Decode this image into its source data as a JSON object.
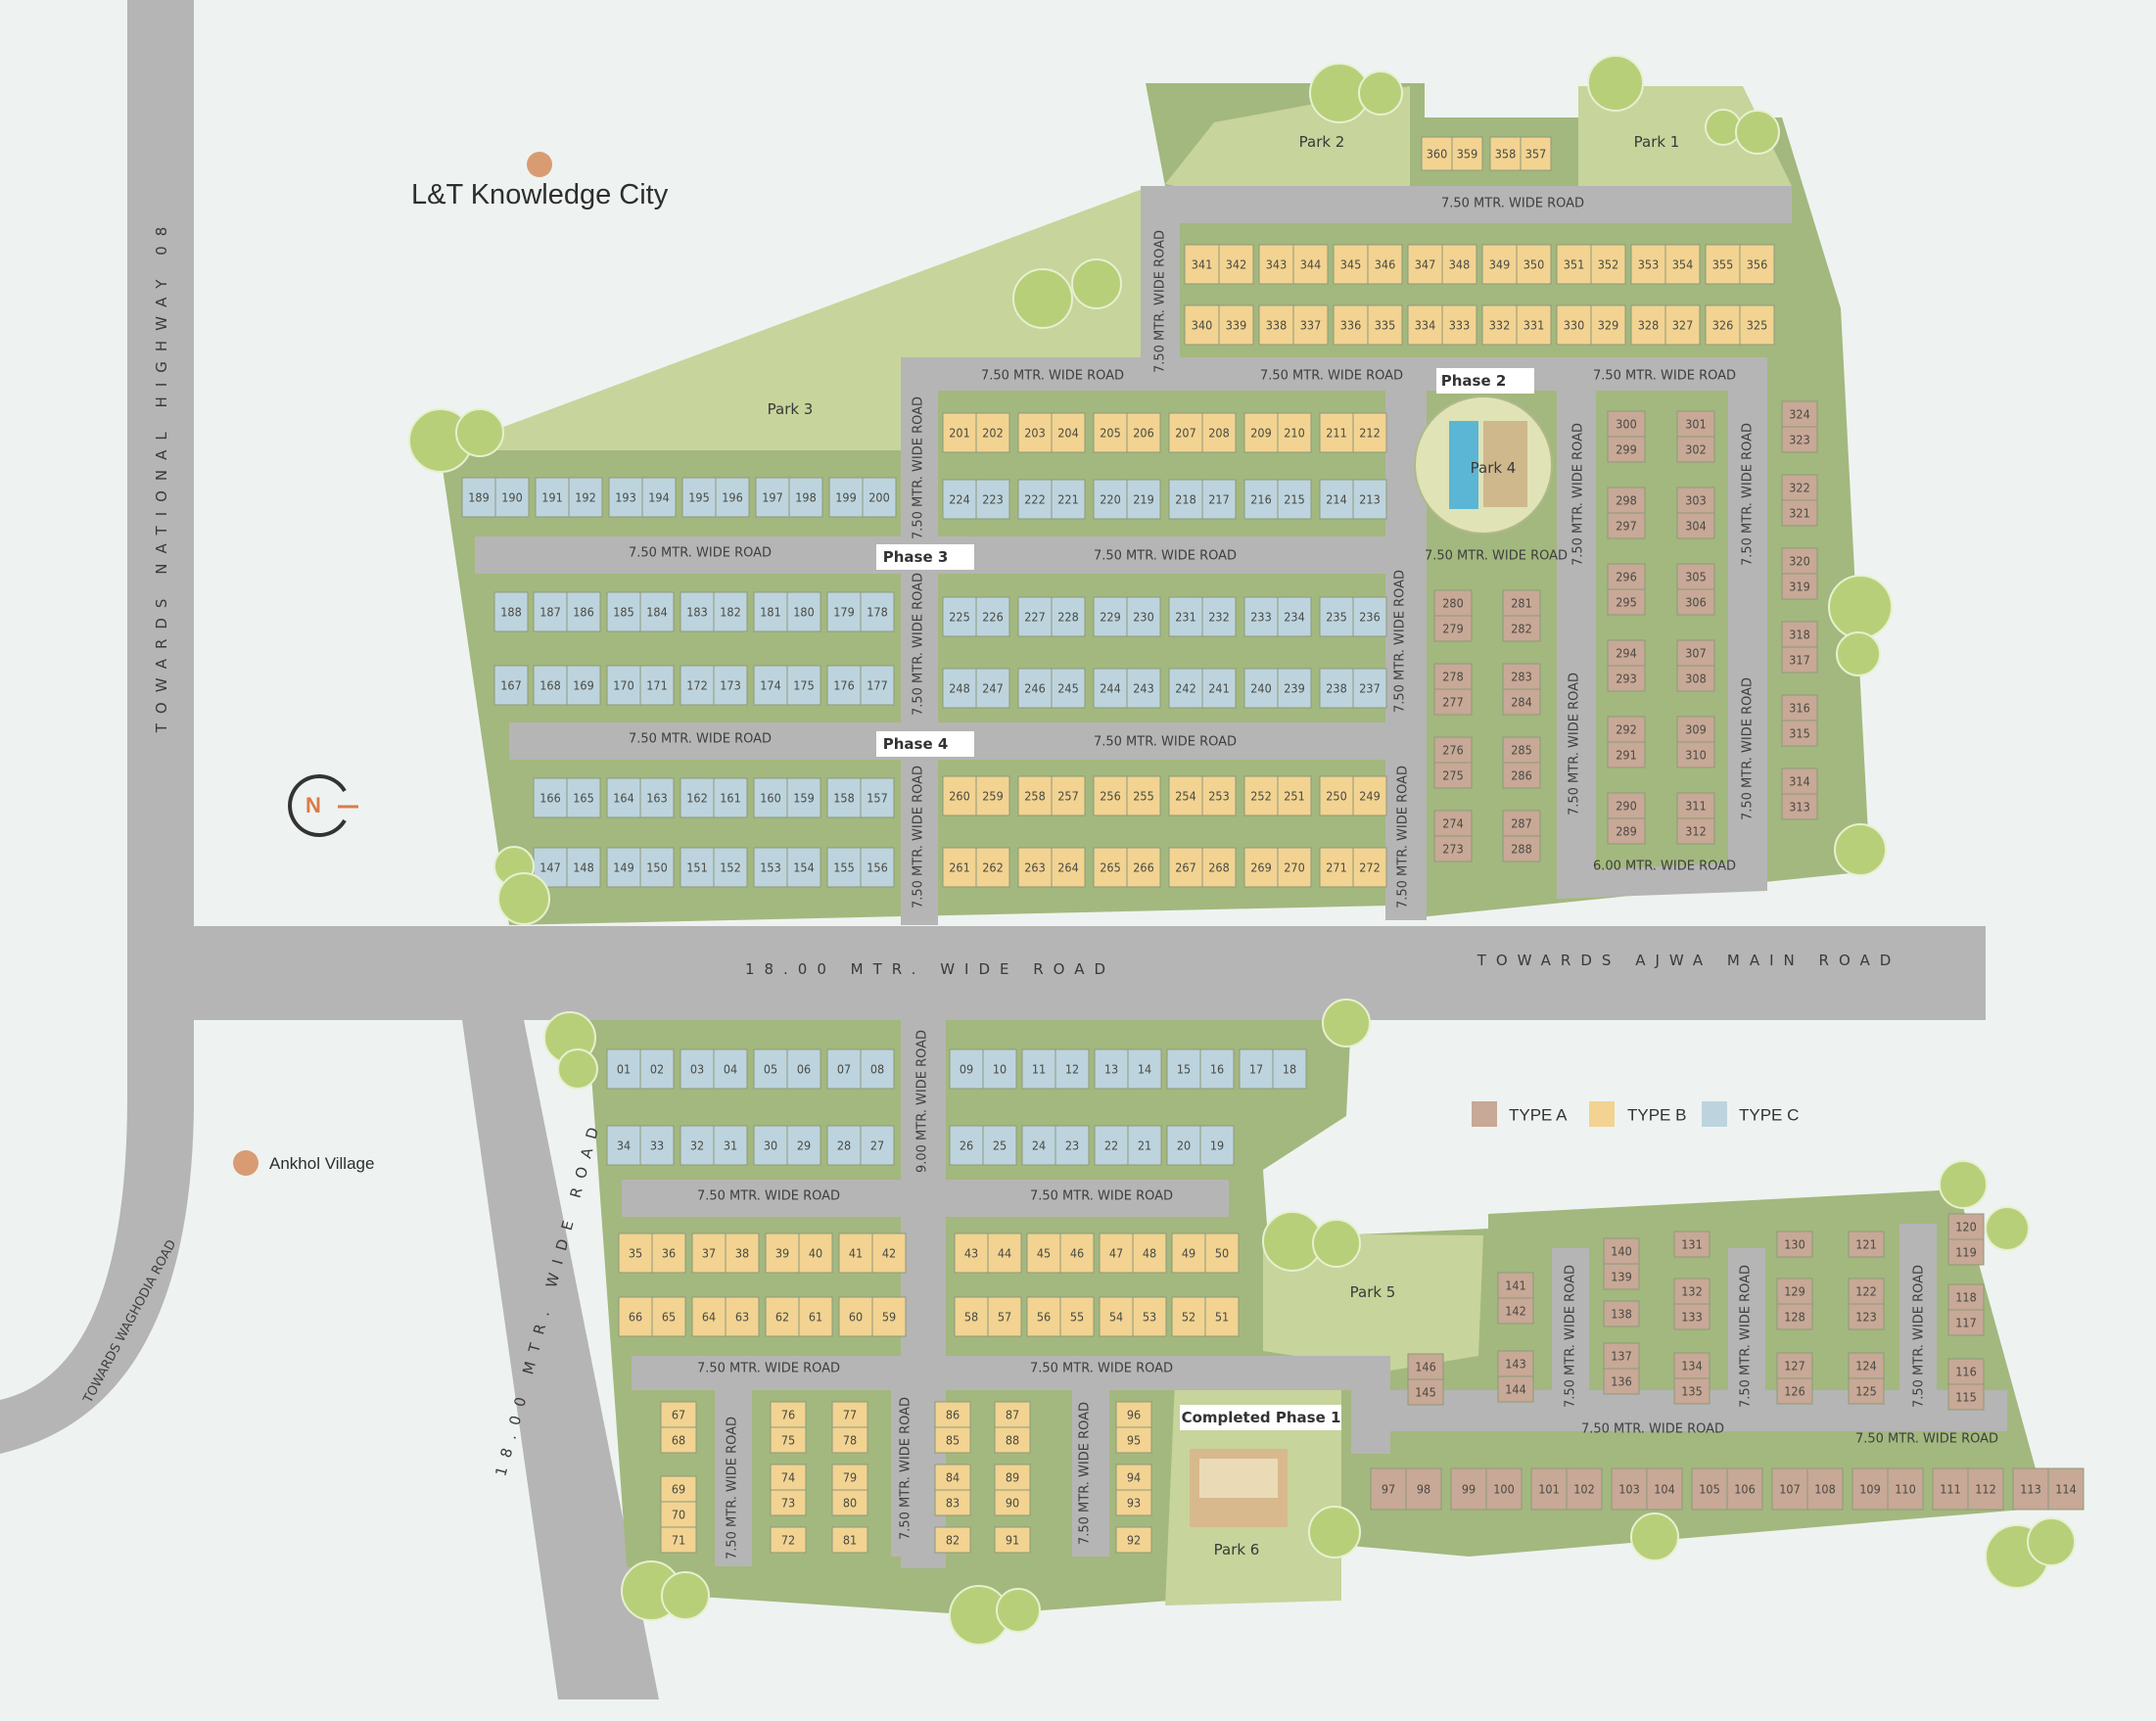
{
  "colors": {
    "type_a": "#c8a896",
    "type_b": "#f2d391",
    "type_c": "#bdd4de",
    "land": "#a3b87e",
    "park": "#c7d49b",
    "road": "#b5b5b5",
    "background": "#eef3f1",
    "marker": "#d99c72"
  },
  "places": {
    "knowledge_city": "L&T Knowledge City",
    "ankhol_village": "Ankhol Village"
  },
  "directions": {
    "highway": "TOWARDS NATIONAL HIGHWAY 08",
    "waghodia": "TOWARDS WAGHODIA ROAD",
    "ajwa": "TOWARDS AJWA MAIN ROAD",
    "main_road": "18.00 MTR. WIDE ROAD",
    "side_road": "18.00 MTR. WIDE ROAD"
  },
  "compass_letter": "N",
  "road_labels": {
    "r750": "7.50 MTR. WIDE ROAD",
    "r600": "6.00 MTR. WIDE ROAD",
    "r900": "9.00 MTR. WIDE ROAD"
  },
  "phases": [
    "Phase 2",
    "Phase 3",
    "Phase 4",
    "Completed Phase 1"
  ],
  "parks": [
    "Park 1",
    "Park 2",
    "Park 3",
    "Park 4",
    "Park 5",
    "Park 6"
  ],
  "legend": [
    {
      "type": "A",
      "label": "TYPE A"
    },
    {
      "type": "B",
      "label": "TYPE B"
    },
    {
      "type": "C",
      "label": "TYPE C"
    }
  ],
  "plots": {
    "type_a": {
      "north_east": [
        "280",
        "279",
        "281",
        "282",
        "278",
        "277",
        "283",
        "284",
        "276",
        "275",
        "285",
        "286",
        "274",
        "273",
        "287",
        "288",
        "300",
        "299",
        "301",
        "302",
        "298",
        "297",
        "303",
        "304",
        "296",
        "295",
        "305",
        "306",
        "294",
        "293",
        "307",
        "308",
        "292",
        "291",
        "309",
        "310",
        "290",
        "289",
        "311",
        "312",
        "324",
        "323",
        "322",
        "321",
        "320",
        "319",
        "318",
        "317",
        "316",
        "315",
        "314",
        "313"
      ],
      "south_east": [
        "146",
        "145",
        "141",
        "142",
        "143",
        "144",
        "140",
        "139",
        "138",
        "137",
        "136",
        "131",
        "132",
        "133",
        "134",
        "135",
        "130",
        "129",
        "128",
        "127",
        "126",
        "121",
        "122",
        "123",
        "124",
        "125",
        "120",
        "119",
        "118",
        "117",
        "116",
        "115",
        "97",
        "98",
        "99",
        "100",
        "101",
        "102",
        "103",
        "104",
        "105",
        "106",
        "107",
        "108",
        "109",
        "110",
        "111",
        "112",
        "113",
        "114"
      ]
    },
    "type_b": {
      "top_rows": [
        "341",
        "342",
        "343",
        "344",
        "345",
        "346",
        "347",
        "348",
        "349",
        "350",
        "351",
        "352",
        "353",
        "354",
        "355",
        "356",
        "340",
        "339",
        "338",
        "337",
        "336",
        "335",
        "334",
        "333",
        "332",
        "331",
        "330",
        "329",
        "328",
        "327",
        "326",
        "325",
        "360",
        "359",
        "358",
        "357"
      ],
      "phase3_rows": [
        "201",
        "202",
        "203",
        "204",
        "205",
        "206",
        "207",
        "208",
        "209",
        "210",
        "211",
        "212"
      ],
      "phase4_rows": [
        "260",
        "259",
        "258",
        "257",
        "256",
        "255",
        "254",
        "253",
        "252",
        "251",
        "250",
        "249",
        "261",
        "262",
        "263",
        "264",
        "265",
        "266",
        "267",
        "268",
        "269",
        "270",
        "271",
        "272"
      ],
      "south_rows": [
        "35",
        "36",
        "37",
        "38",
        "39",
        "40",
        "41",
        "42",
        "66",
        "65",
        "64",
        "63",
        "62",
        "61",
        "60",
        "59",
        "43",
        "44",
        "45",
        "46",
        "47",
        "48",
        "49",
        "50",
        "58",
        "57",
        "56",
        "55",
        "54",
        "53",
        "52",
        "51"
      ],
      "south_columns": [
        "67",
        "68",
        "69",
        "70",
        "71",
        "76",
        "75",
        "74",
        "73",
        "72",
        "77",
        "78",
        "79",
        "80",
        "81",
        "86",
        "85",
        "84",
        "83",
        "82",
        "87",
        "88",
        "89",
        "90",
        "91",
        "96",
        "95",
        "94",
        "93",
        "92"
      ]
    },
    "type_c": {
      "phase3_rows": [
        "224",
        "223",
        "222",
        "221",
        "220",
        "219",
        "218",
        "217",
        "216",
        "215",
        "214",
        "213",
        "189",
        "190",
        "191",
        "192",
        "193",
        "194",
        "195",
        "196",
        "197",
        "198",
        "199",
        "200",
        "188",
        "187",
        "186",
        "185",
        "184",
        "183",
        "182",
        "181",
        "180",
        "179",
        "178",
        "167",
        "168",
        "169",
        "170",
        "171",
        "172",
        "173",
        "174",
        "175",
        "176",
        "177",
        "225",
        "226",
        "227",
        "228",
        "229",
        "230",
        "231",
        "232",
        "233",
        "234",
        "235",
        "236",
        "248",
        "247",
        "246",
        "245",
        "244",
        "243",
        "242",
        "241",
        "240",
        "239",
        "238",
        "237"
      ],
      "phase4_rows": [
        "166",
        "165",
        "164",
        "163",
        "162",
        "161",
        "160",
        "159",
        "158",
        "157",
        "147",
        "148",
        "149",
        "150",
        "151",
        "152",
        "153",
        "154",
        "155",
        "156"
      ],
      "south_rows": [
        "01",
        "02",
        "03",
        "04",
        "05",
        "06",
        "07",
        "08",
        "34",
        "33",
        "32",
        "31",
        "30",
        "29",
        "28",
        "27",
        "09",
        "10",
        "11",
        "12",
        "13",
        "14",
        "15",
        "16",
        "17",
        "18",
        "26",
        "25",
        "24",
        "23",
        "22",
        "21",
        "20",
        "19"
      ]
    }
  }
}
